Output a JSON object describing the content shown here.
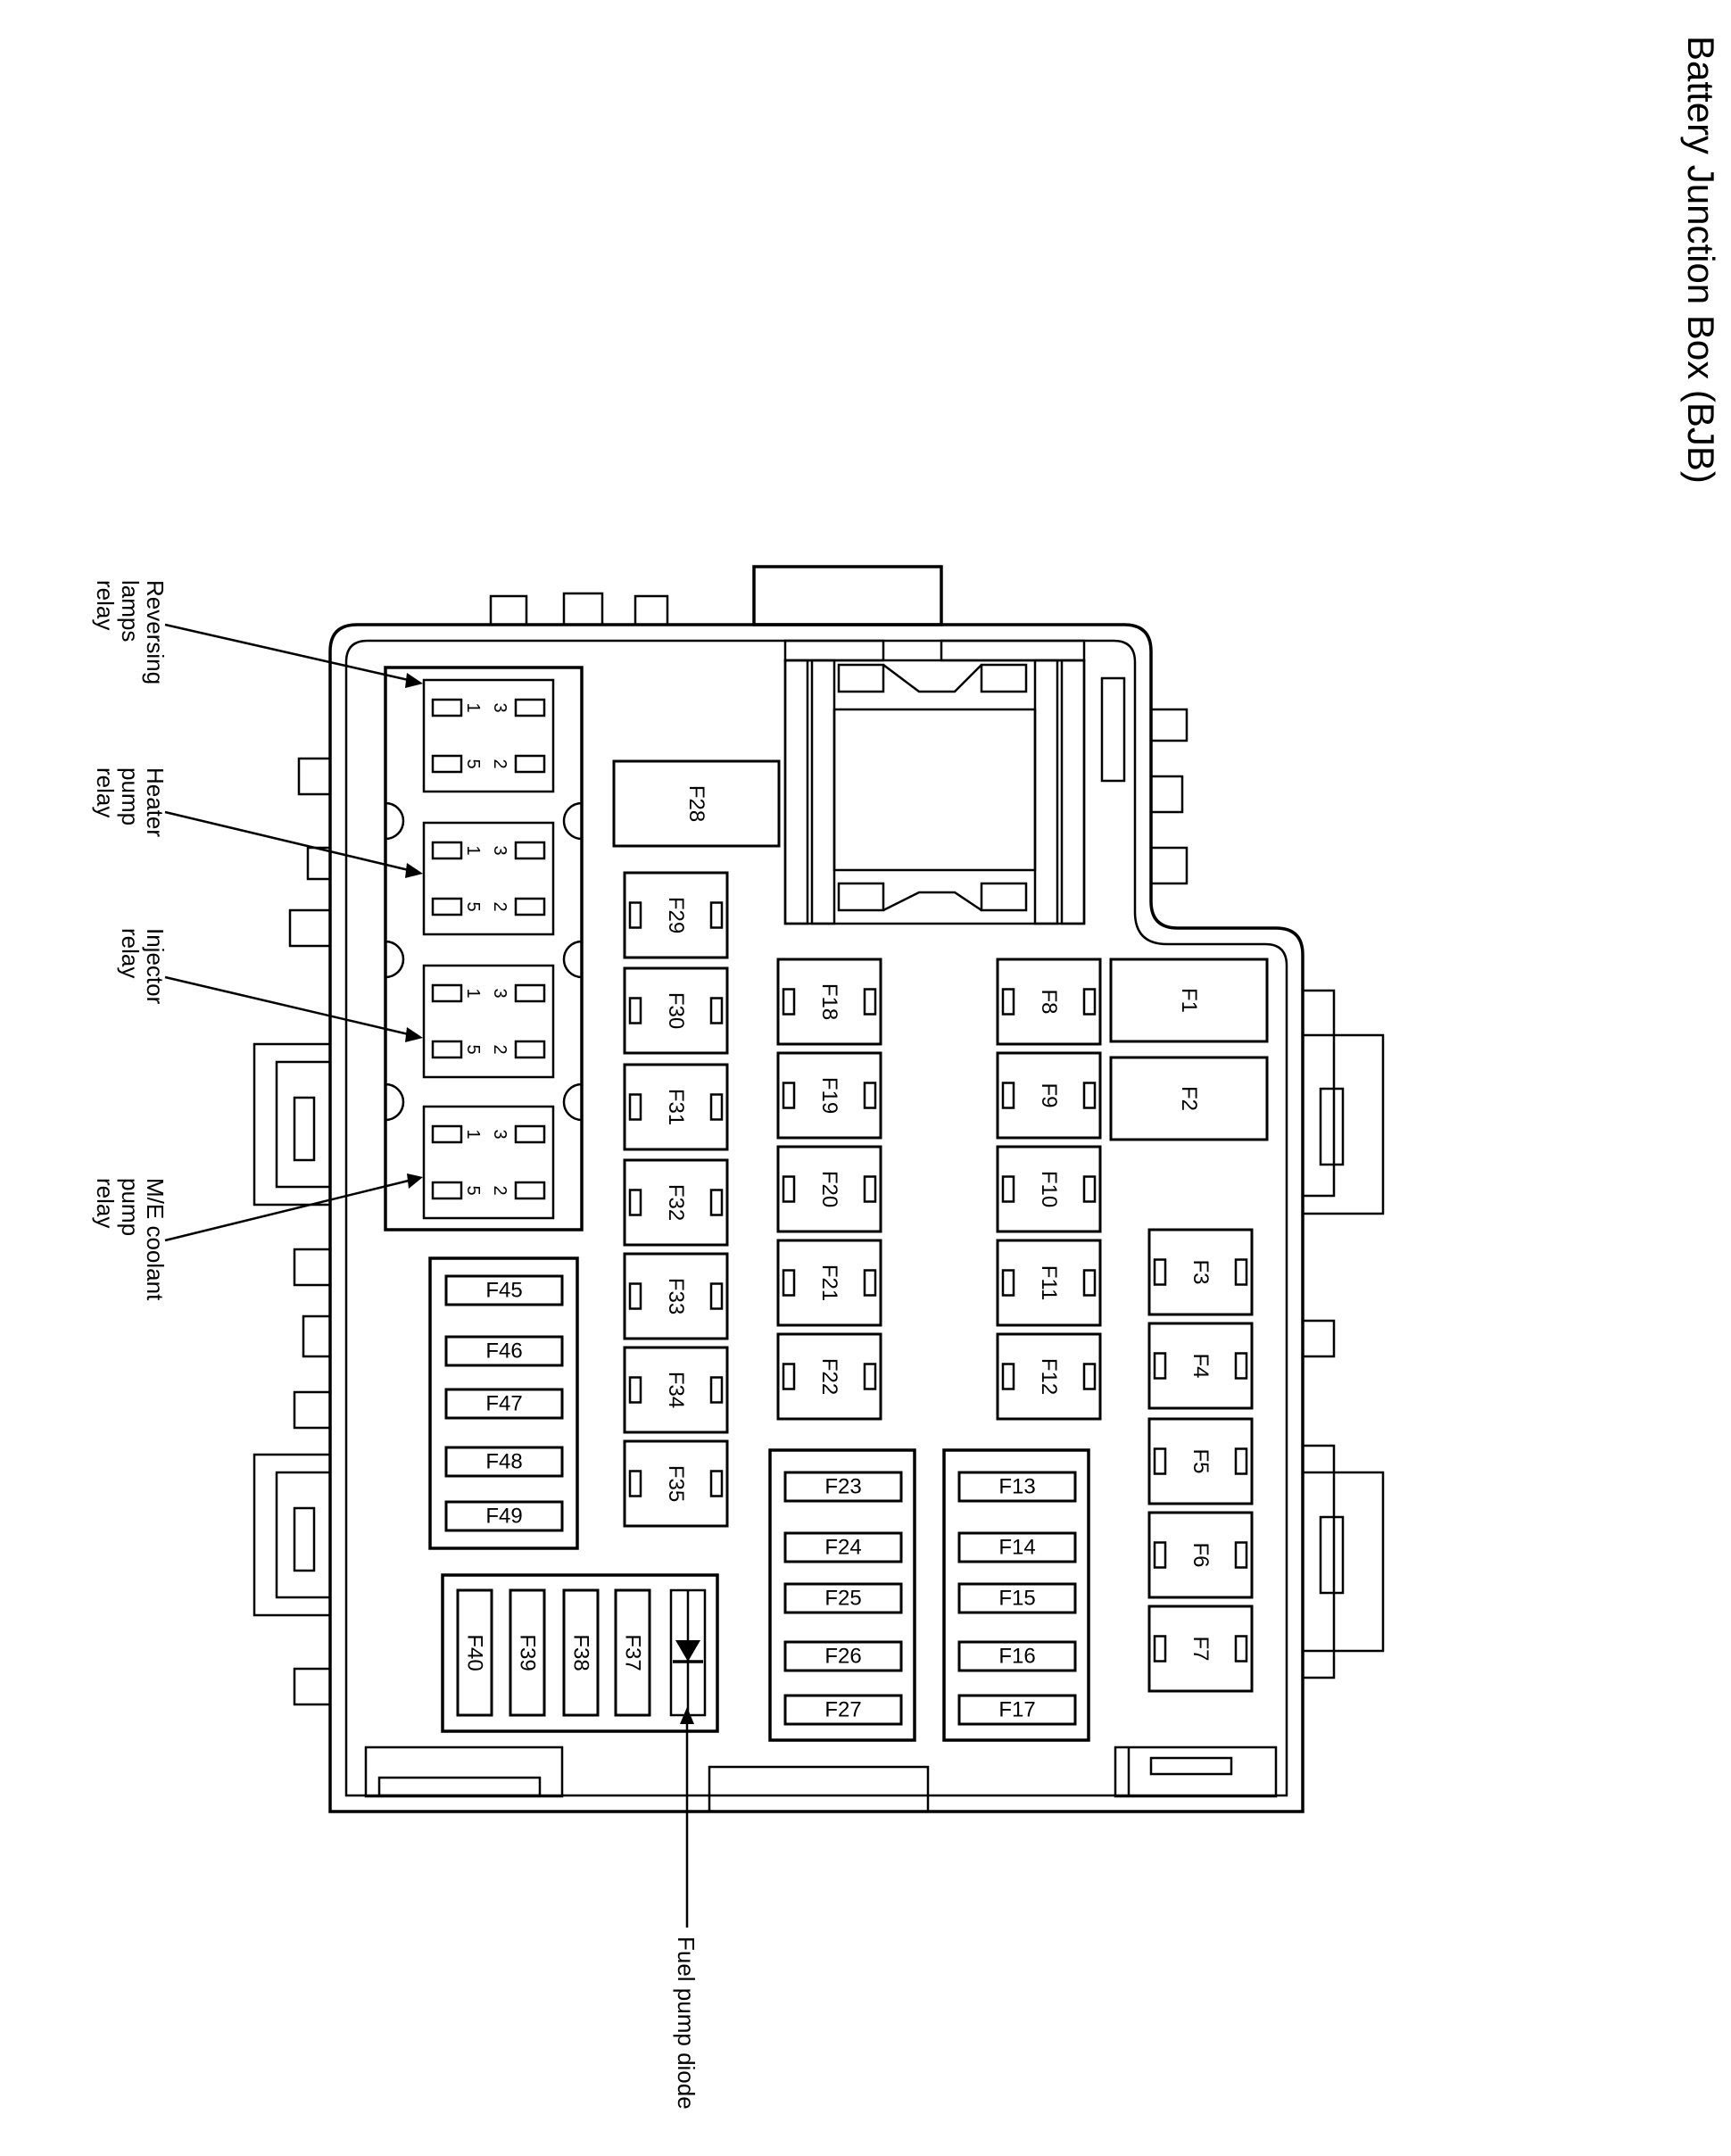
{
  "title": "Battery Junction Box (BJB)",
  "relays": [
    {
      "id": "reversing",
      "lines": [
        "Reversing",
        "lamps",
        "relay"
      ]
    },
    {
      "id": "heater",
      "lines": [
        "Heater",
        "pump",
        "relay"
      ]
    },
    {
      "id": "injector",
      "lines": [
        "Injector",
        "relay"
      ]
    },
    {
      "id": "coolant",
      "lines": [
        "M/E coolant",
        "pump",
        "relay"
      ]
    }
  ],
  "relay_pins": [
    "3",
    "1",
    "2",
    "5"
  ],
  "diode_label": "Fuel pump diode",
  "fuses": {
    "F1": "F1",
    "F2": "F2",
    "F3": "F3",
    "F4": "F4",
    "F5": "F5",
    "F6": "F6",
    "F7": "F7",
    "F8": "F8",
    "F9": "F9",
    "F10": "F10",
    "F11": "F11",
    "F12": "F12",
    "F13": "F13",
    "F14": "F14",
    "F15": "F15",
    "F16": "F16",
    "F17": "F17",
    "F18": "F18",
    "F19": "F19",
    "F20": "F20",
    "F21": "F21",
    "F22": "F22",
    "F23": "F23",
    "F24": "F24",
    "F25": "F25",
    "F26": "F26",
    "F27": "F27",
    "F28": "F28",
    "F29": "F29",
    "F30": "F30",
    "F31": "F31",
    "F32": "F32",
    "F33": "F33",
    "F34": "F34",
    "F35": "F35",
    "F37": "F37",
    "F38": "F38",
    "F39": "F39",
    "F40": "F40",
    "F45": "F45",
    "F46": "F46",
    "F47": "F47",
    "F48": "F48",
    "F49": "F49"
  }
}
